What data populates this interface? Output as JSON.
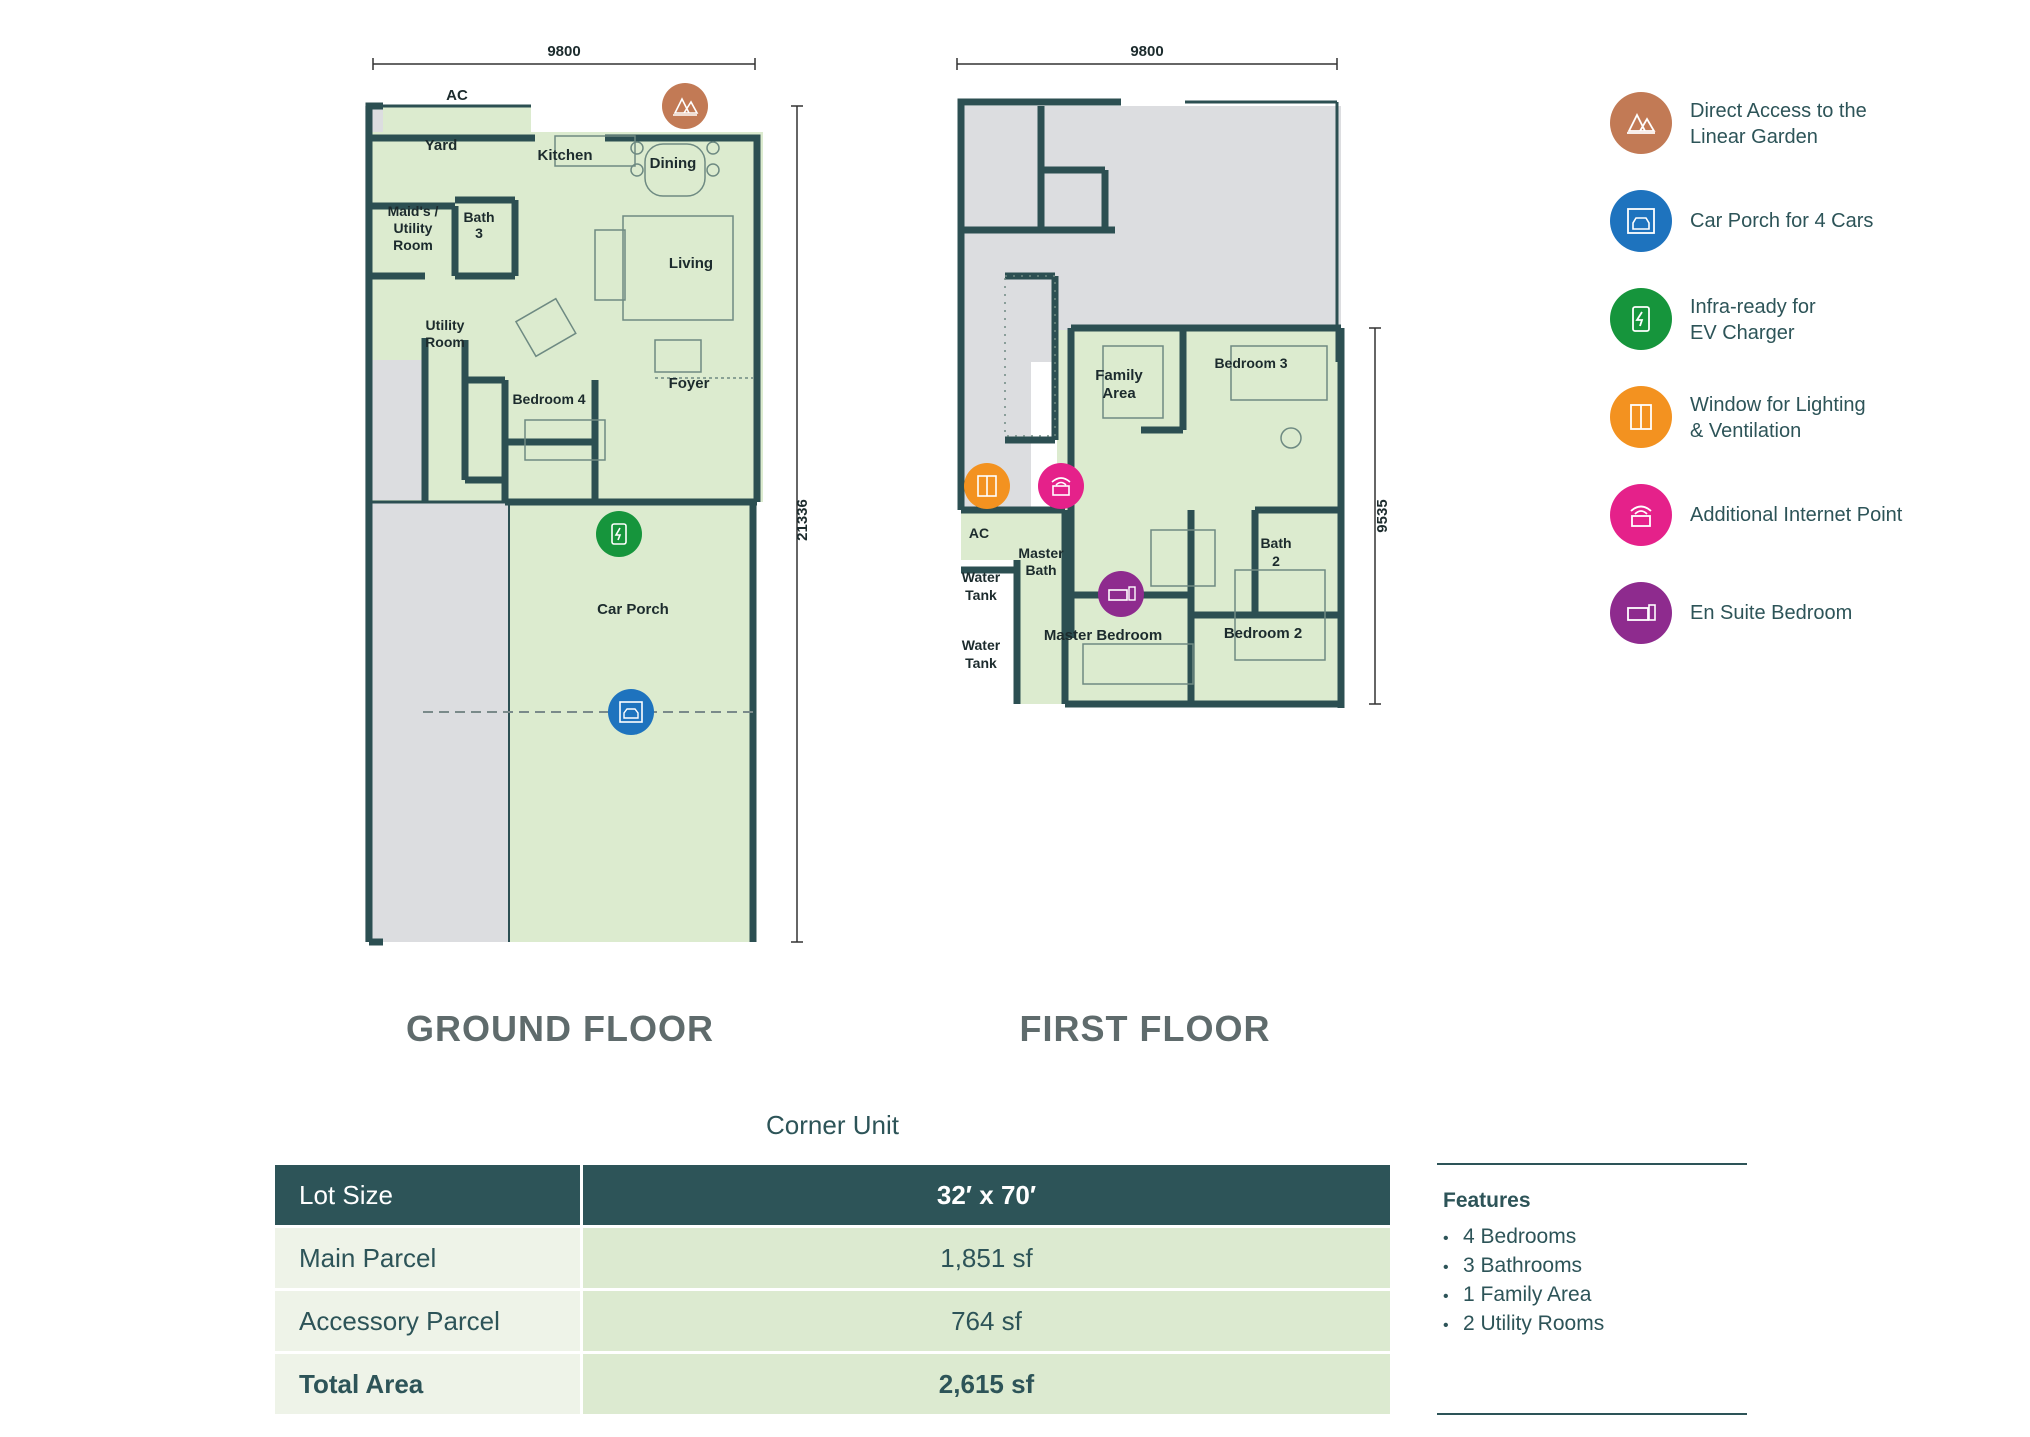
{
  "ground_floor": {
    "title": "GROUND FLOOR",
    "width_dim": "9800",
    "depth_dim": "21336",
    "rooms": {
      "ac": "AC",
      "yard": "Yard",
      "kitchen": "Kitchen",
      "dining": "Dining",
      "maids_l1": "Maid's /",
      "maids_l2": "Utility",
      "maids_l3": "Room",
      "bath3_l1": "Bath",
      "bath3_l2": "3",
      "living": "Living",
      "utility_l1": "Utility",
      "utility_l2": "Room",
      "foyer": "Foyer",
      "bedroom4": "Bedroom 4",
      "car_porch": "Car Porch"
    }
  },
  "first_floor": {
    "title": "FIRST FLOOR",
    "width_dim": "9800",
    "depth_dim": "9535",
    "rooms": {
      "family_l1": "Family",
      "family_l2": "Area",
      "bedroom3": "Bedroom 3",
      "ac": "AC",
      "master_bath_l1": "Master",
      "master_bath_l2": "Bath",
      "bath2_l1": "Bath",
      "bath2_l2": "2",
      "water_tank1_l1": "Water",
      "water_tank1_l2": "Tank",
      "water_tank2_l1": "Water",
      "water_tank2_l2": "Tank",
      "master_bedroom": "Master Bedroom",
      "bedroom2": "Bedroom 2"
    }
  },
  "legend": [
    {
      "icon": "garden-icon",
      "label_l1": "Direct Access to the",
      "label_l2": "Linear Garden",
      "color": "#c27a55"
    },
    {
      "icon": "car-porch-icon",
      "label_l1": "Car Porch for 4 Cars",
      "label_l2": "",
      "color": "#1e73be"
    },
    {
      "icon": "ev-charger-icon",
      "label_l1": "Infra-ready for",
      "label_l2": "EV Charger",
      "color": "#16953c"
    },
    {
      "icon": "window-icon",
      "label_l1": "Window for Lighting",
      "label_l2": "& Ventilation",
      "color": "#f39220"
    },
    {
      "icon": "internet-point-icon",
      "label_l1": "Additional Internet Point",
      "label_l2": "",
      "color": "#e5218a"
    },
    {
      "icon": "ensuite-bedroom-icon",
      "label_l1": "En Suite Bedroom",
      "label_l2": "",
      "color": "#8e2b8e"
    }
  ],
  "unit": {
    "caption": "Corner Unit",
    "rows": [
      {
        "label": "Lot Size",
        "value": "32′ x 70′"
      },
      {
        "label": "Main Parcel",
        "value": "1,851 sf"
      },
      {
        "label": "Accessory Parcel",
        "value": "764 sf"
      },
      {
        "label": "Total Area",
        "value": "2,615 sf"
      }
    ]
  },
  "features": {
    "title": "Features",
    "items": [
      "4 Bedrooms",
      "3 Bathrooms",
      "1 Family Area",
      "2 Utility Rooms"
    ]
  },
  "colors": {
    "wall": "#2c4f52",
    "room_fill": "#dcebcf",
    "grey_fill": "#dcdde0",
    "table_header": "#2d5458"
  }
}
